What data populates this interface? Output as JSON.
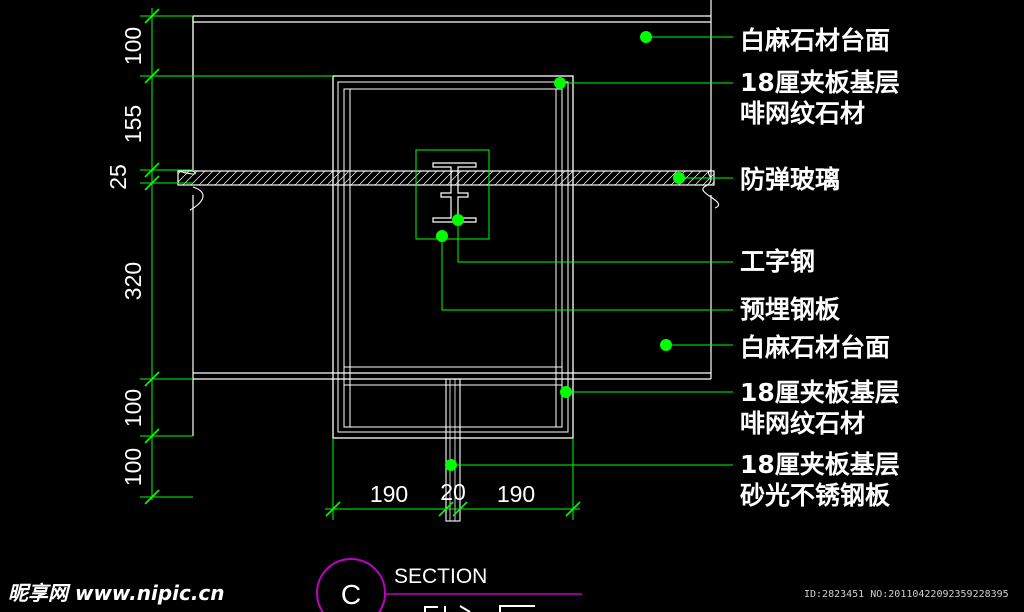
{
  "colors": {
    "background": "#000000",
    "line_green": "#00ff00",
    "outline_white": "#ffffff",
    "label_white": "#ffffff",
    "dot_green": "#00ff00",
    "section_magenta": "#c000c0"
  },
  "dimensions": {
    "vertical": [
      "100",
      "155",
      "25",
      "320",
      "100",
      "100"
    ],
    "horizontal": [
      "190",
      "20",
      "190"
    ]
  },
  "callouts": [
    {
      "lines": [
        "白麻石材台面"
      ]
    },
    {
      "lines": [
        "18厘夹板基层",
        "啡网纹石材"
      ]
    },
    {
      "lines": [
        "防弹玻璃"
      ]
    },
    {
      "lines": [
        "工字钢"
      ]
    },
    {
      "lines": [
        "预埋钢板"
      ]
    },
    {
      "lines": [
        "白麻石材台面"
      ]
    },
    {
      "lines": [
        "18厘夹板基层",
        "啡网纹石材"
      ]
    },
    {
      "lines": [
        "18厘夹板基层",
        "砂光不锈钢板"
      ]
    }
  ],
  "section": {
    "letter": "C",
    "title": "SECTION"
  },
  "watermark": {
    "logo": "昵享网 www.nipic.cn",
    "id_line": "ID:2823451 NO:20110422092359228395"
  }
}
